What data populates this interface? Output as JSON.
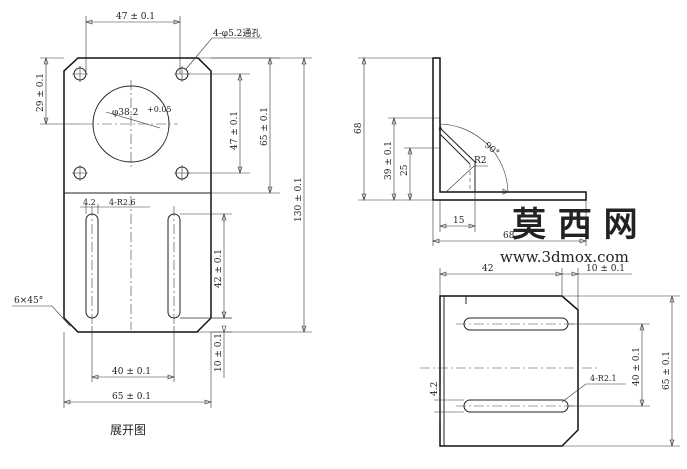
{
  "flat_pattern": {
    "dim_top_width": "47 ± 0.1",
    "dim_holes_note": "4-φ5.2通孔",
    "dim_left_29": "29 ± 0.1",
    "dim_circle": "φ38.2",
    "dim_circle_tol": "+0.05",
    "dim_47_vertical": "47 ± 0.1",
    "dim_65_vertical": "65 ± 0.1",
    "dim_130": "130 ± 0.1",
    "dim_slot_width": "4-R2.6",
    "dim_slot_width_small": "4.2",
    "dim_42_vertical": "42 ± 0.1",
    "dim_chamfer": "6×45°",
    "dim_10_vertical": "10 ± 0.1",
    "dim_40_horizontal": "40 ± 0.1",
    "dim_65_horizontal": "65 ± 0.1",
    "caption": "展开图"
  },
  "side_view": {
    "dim_68_vertical": "68",
    "dim_39": "39 ± 0.1",
    "dim_25": "25",
    "dim_angle": "90°",
    "dim_r2": "R2",
    "dim_15": "15",
    "dim_68_horizontal": "68"
  },
  "bottom_view": {
    "dim_42": "42",
    "dim_10": "10 ± 0.1",
    "dim_40_vertical": "40 ± 0.1",
    "dim_65_vertical": "65 ± 0.1",
    "dim_4_2": "4.2",
    "dim_slot": "4-R2.1"
  },
  "watermark": {
    "title": "莫 西 网",
    "url": "www.3dmox.com"
  }
}
